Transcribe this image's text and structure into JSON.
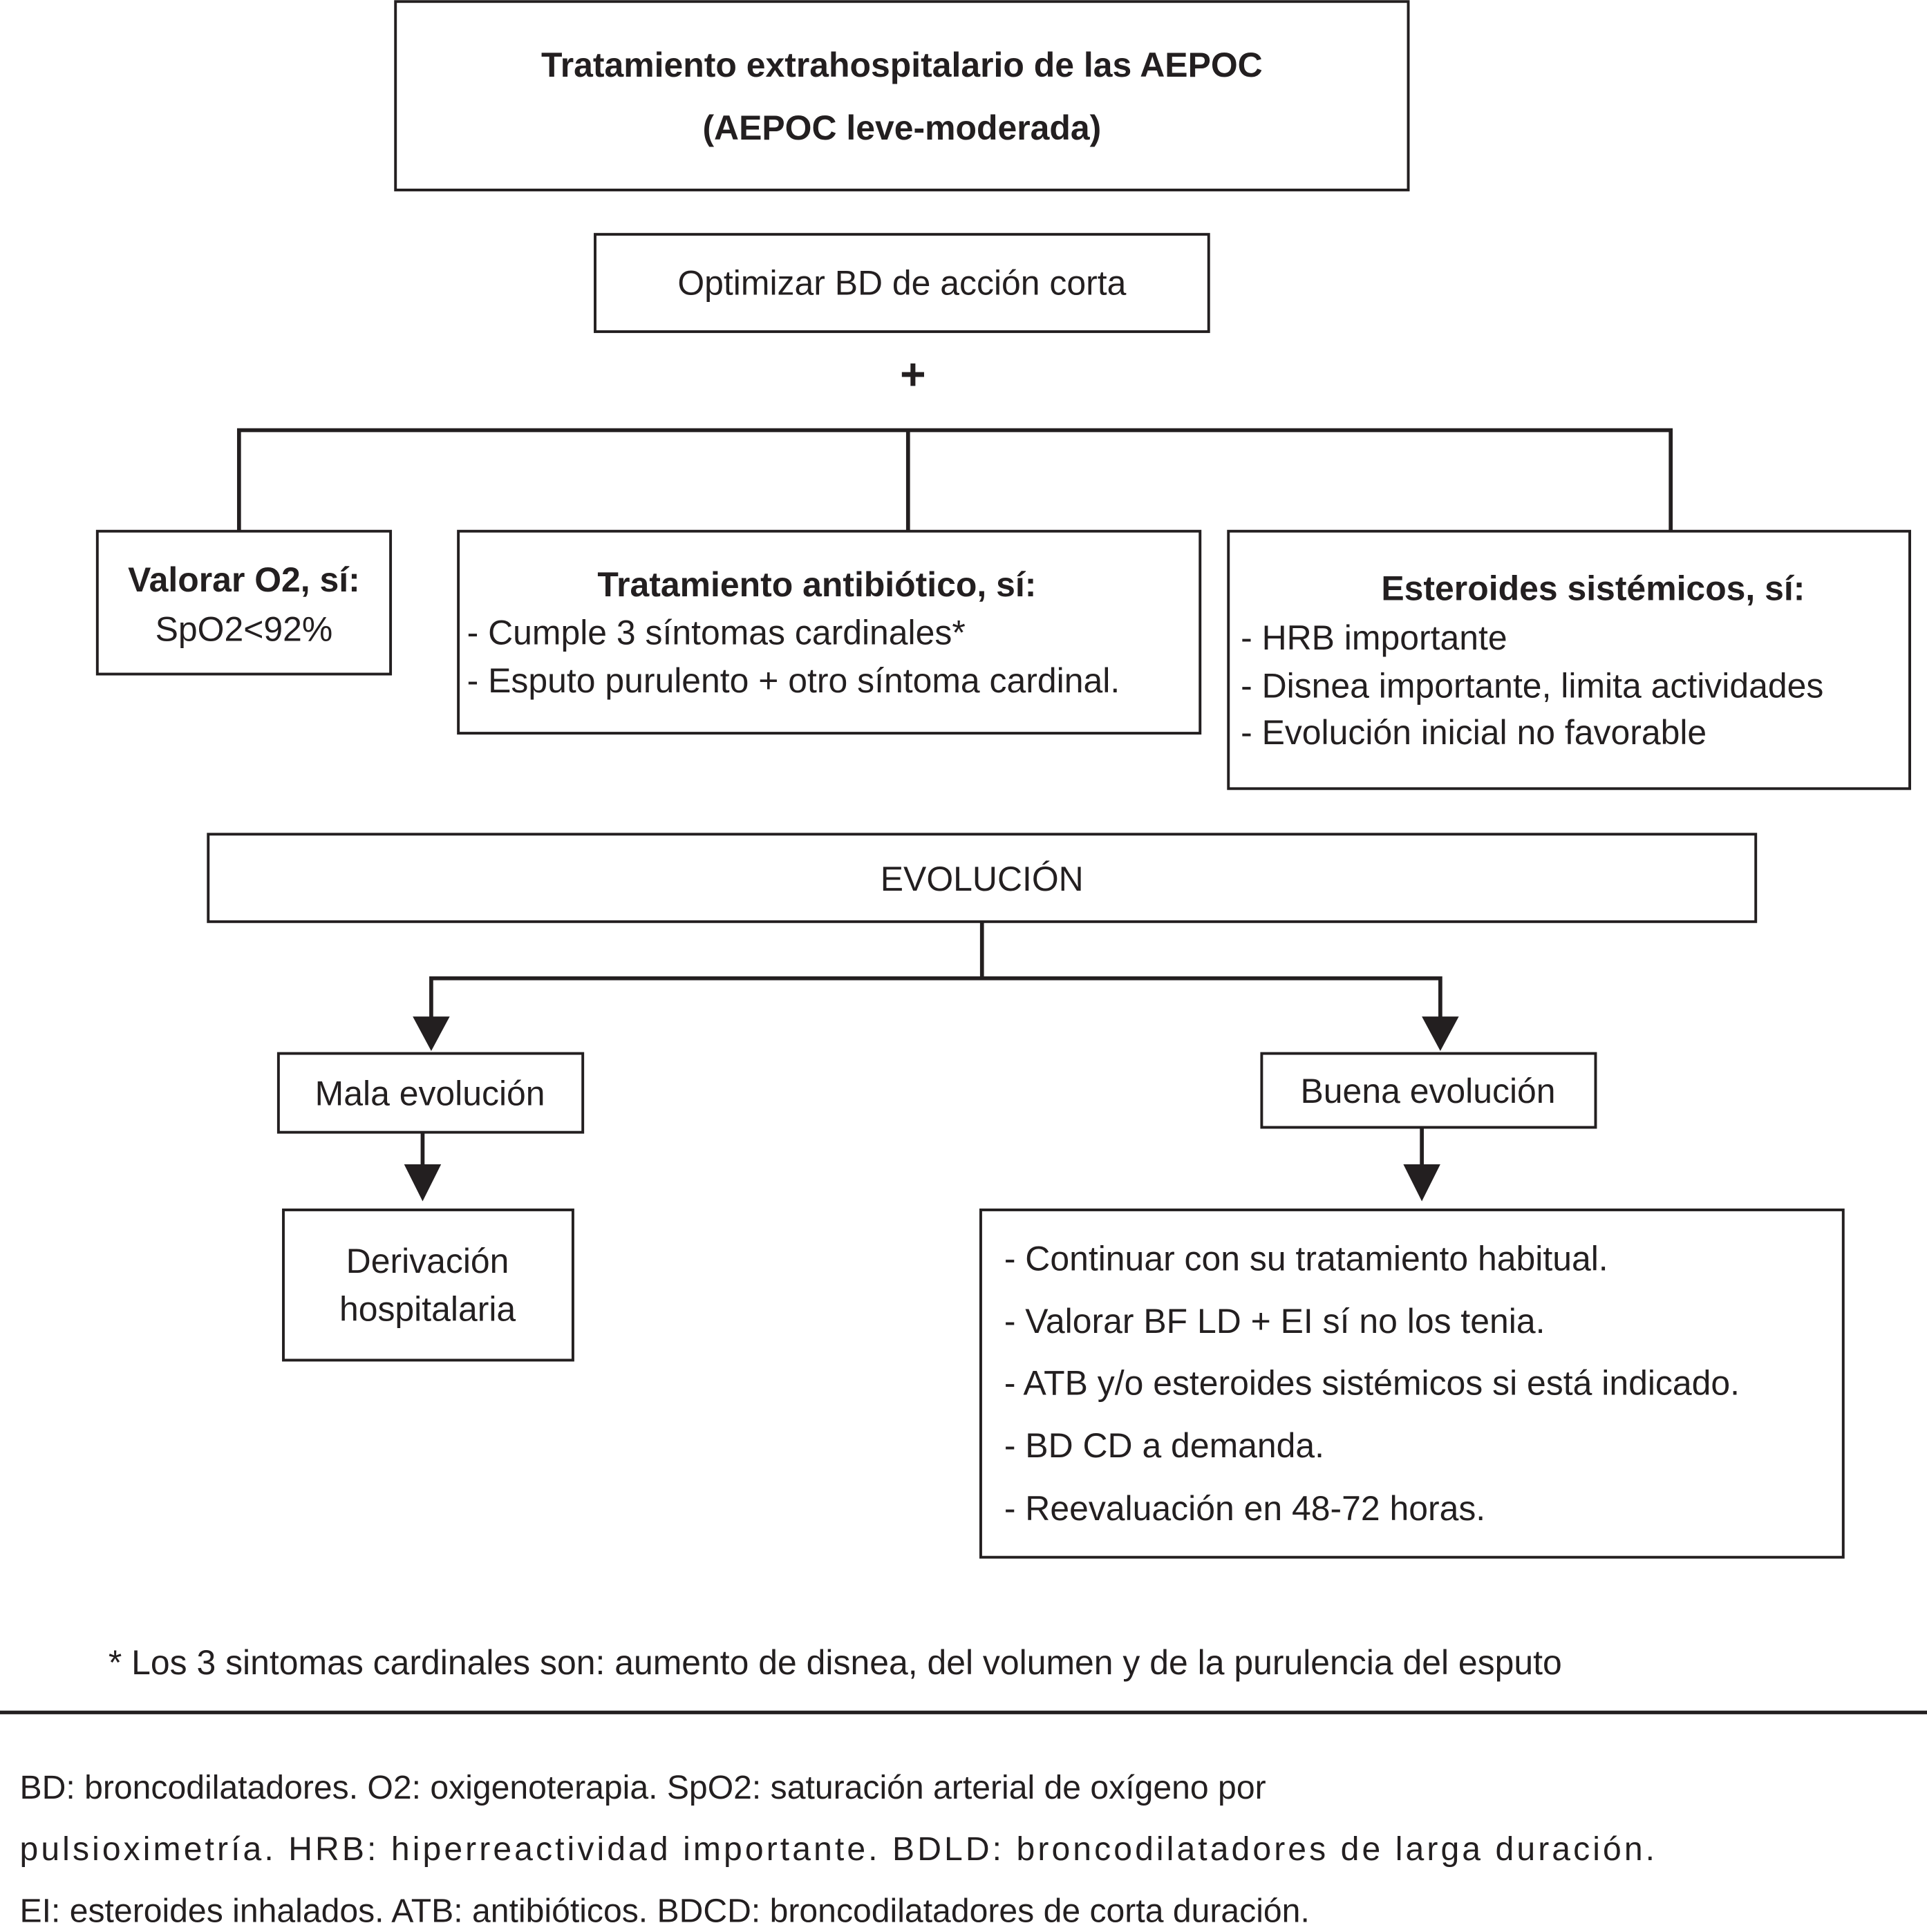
{
  "title": {
    "line1": "Tratamiento extrahospitalario de las AEPOC",
    "line2": "(AEPOC leve-moderada)"
  },
  "step1": "Optimizar BD de acción corta",
  "plus": "+",
  "oxygen": {
    "title": "Valorar O2, sí:",
    "criterion": "SpO2<92%"
  },
  "antibiotic": {
    "title": "Tratamiento antibiótico, sí:",
    "items": [
      "- Cumple 3 síntomas cardinales*",
      "- Esputo purulento + otro síntoma cardinal."
    ]
  },
  "steroids": {
    "title": "Esteroides sistémicos, sí:",
    "items": [
      "- HRB importante",
      "- Disnea importante, limita actividades",
      "- Evolución inicial no favorable"
    ]
  },
  "evolution": "EVOLUCIÓN",
  "bad": {
    "label": "Mala evolución",
    "outcome": [
      "Derivación",
      "hospitalaria"
    ]
  },
  "good": {
    "label": "Buena evolución",
    "items": [
      "- Continuar con su tratamiento habitual.",
      "- Valorar BF LD + EI sí no los tenia.",
      "- ATB y/o esteroides sistémicos si está indicado.",
      "- BD CD a demanda.",
      "- Reevaluación en 48-72 horas."
    ]
  },
  "footnote": "* Los 3 sintomas cardinales son: aumento de disnea, del volumen y de la purulencia del esputo",
  "abbreviations": [
    "BD: broncodilatadores. O2: oxigenoterapia. SpO2: saturación arterial de oxígeno por",
    "pulsioximetría. HRB: hiperreactividad importante. BDLD: broncodilatadores de larga duración.",
    "EI: esteroides inhalados. ATB: antibióticos. BDCD: broncodilatadores de corta duración."
  ]
}
